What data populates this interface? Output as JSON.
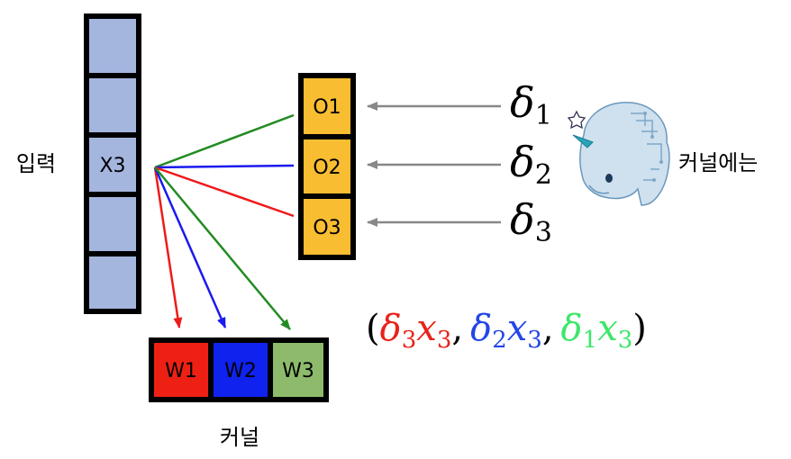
{
  "input": {
    "label": "입력",
    "cells": [
      "",
      "",
      "X3",
      "",
      ""
    ],
    "fill": "#a4b5de"
  },
  "outputs": {
    "cells": [
      "O1",
      "O2",
      "O3"
    ],
    "fill": "#f9bd32"
  },
  "kernel": {
    "label": "커널",
    "cells": [
      "W1",
      "W2",
      "W3"
    ],
    "colors": [
      "#ee2014",
      "#0f22ee",
      "#8dbb6b"
    ]
  },
  "deltas": [
    {
      "symbol": "δ",
      "sub": "1"
    },
    {
      "symbol": "δ",
      "sub": "2"
    },
    {
      "symbol": "δ",
      "sub": "3"
    }
  ],
  "kernel_note": "커널에는",
  "formula": {
    "open": "(",
    "close": ")",
    "sep": ",",
    "terms": [
      {
        "d": "δ",
        "ds": "3",
        "x": "x",
        "xs": "3",
        "color": "#e8231b"
      },
      {
        "d": "δ",
        "ds": "2",
        "x": "x",
        "xs": "3",
        "color": "#2346e6"
      },
      {
        "d": "δ",
        "ds": "1",
        "x": "x",
        "xs": "3",
        "color": "#3ee66a"
      }
    ]
  },
  "connector_colors": {
    "green": "#228b22",
    "blue": "#1a1aee",
    "red": "#ee1a1a",
    "grey": "#888888"
  },
  "icon": "circuit-unicorn-icon"
}
